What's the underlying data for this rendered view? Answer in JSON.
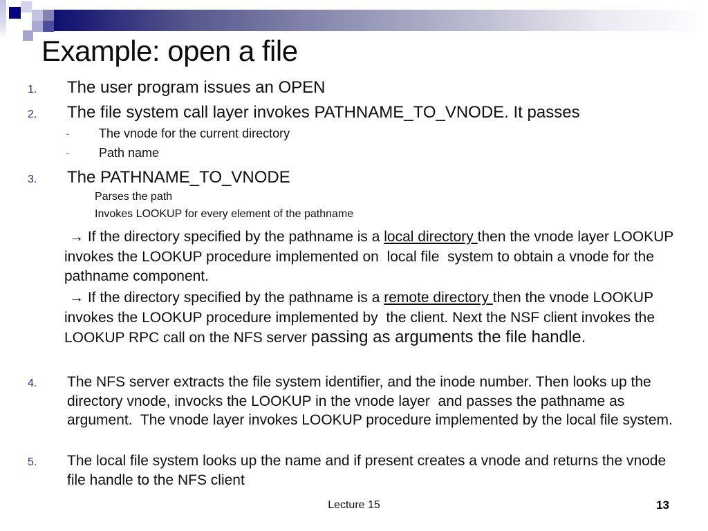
{
  "slide": {
    "title": "Example: open a file",
    "items": [
      {
        "num": "1.",
        "text": "The user program issues an OPEN"
      },
      {
        "num": "2.",
        "text": "The file system call layer invokes PATHNAME_TO_VNODE. It passes"
      },
      {
        "num": "3.",
        "text": "The PATHNAME_TO_VNODE"
      },
      {
        "num": "4.",
        "text": "The NFS server extracts the file system identifier, and the inode number. Then looks up the directory vnode, invocks the LOOKUP in the vnode layer  and passes the pathname as argument.  The vnode layer invokes LOOKUP procedure implemented by the local file system."
      },
      {
        "num": "5.",
        "text": "The local file system looks up the name and if present creates a vnode and returns the vnode file handle to the NFS client"
      }
    ],
    "item2_subs": [
      {
        "dash": "-",
        "text": "The vnode for the current directory"
      },
      {
        "dash": "-",
        "text": "Path name"
      }
    ],
    "item3_sublines": [
      "Parses the path",
      "Invokes LOOKUP for every element of the pathname"
    ],
    "para_local": {
      "arrow": "→",
      "pre": " If the directory specified by the pathname is a ",
      "underlined": "local directory ",
      "post": "then the vnode layer LOOKUP invokes the LOOKUP procedure implemented on  local file  system to obtain a vnode for the pathname component."
    },
    "para_remote": {
      "arrow": "→",
      "pre": " If the directory specified by the pathname is a ",
      "underlined": "remote directory ",
      "mid": "then the vnode LOOKUP  invokes the LOOKUP procedure implemented by  the client. Next the NSF client invokes the LOOKUP RPC call on the NFS server ",
      "large": "passing as arguments the file handle."
    },
    "footer": {
      "left": "Lecture 15",
      "page": "13"
    },
    "colors": {
      "accent_navy": "#050582",
      "number_navy": "#2d2d8c",
      "bar_gradient_start": "#09096e",
      "text": "#0f0f0f"
    }
  }
}
